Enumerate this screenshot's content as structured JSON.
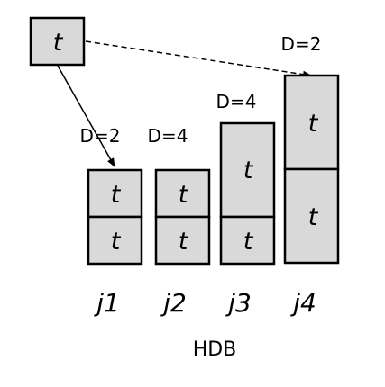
{
  "job_token": "t",
  "caption": "HDB",
  "jobs": [
    {
      "name": "j1",
      "deadline_label": "D=2",
      "blocks": [
        "t",
        "t"
      ]
    },
    {
      "name": "j2",
      "deadline_label": "D=4",
      "blocks": [
        "t",
        "t"
      ]
    },
    {
      "name": "j3",
      "deadline_label": "D=4",
      "blocks": [
        "t",
        "t"
      ]
    },
    {
      "name": "j4",
      "deadline_label": "D=2",
      "blocks": [
        "t",
        "t"
      ]
    }
  ],
  "colors": {
    "block_fill": "#d9d9d9",
    "stroke": "#000000"
  }
}
